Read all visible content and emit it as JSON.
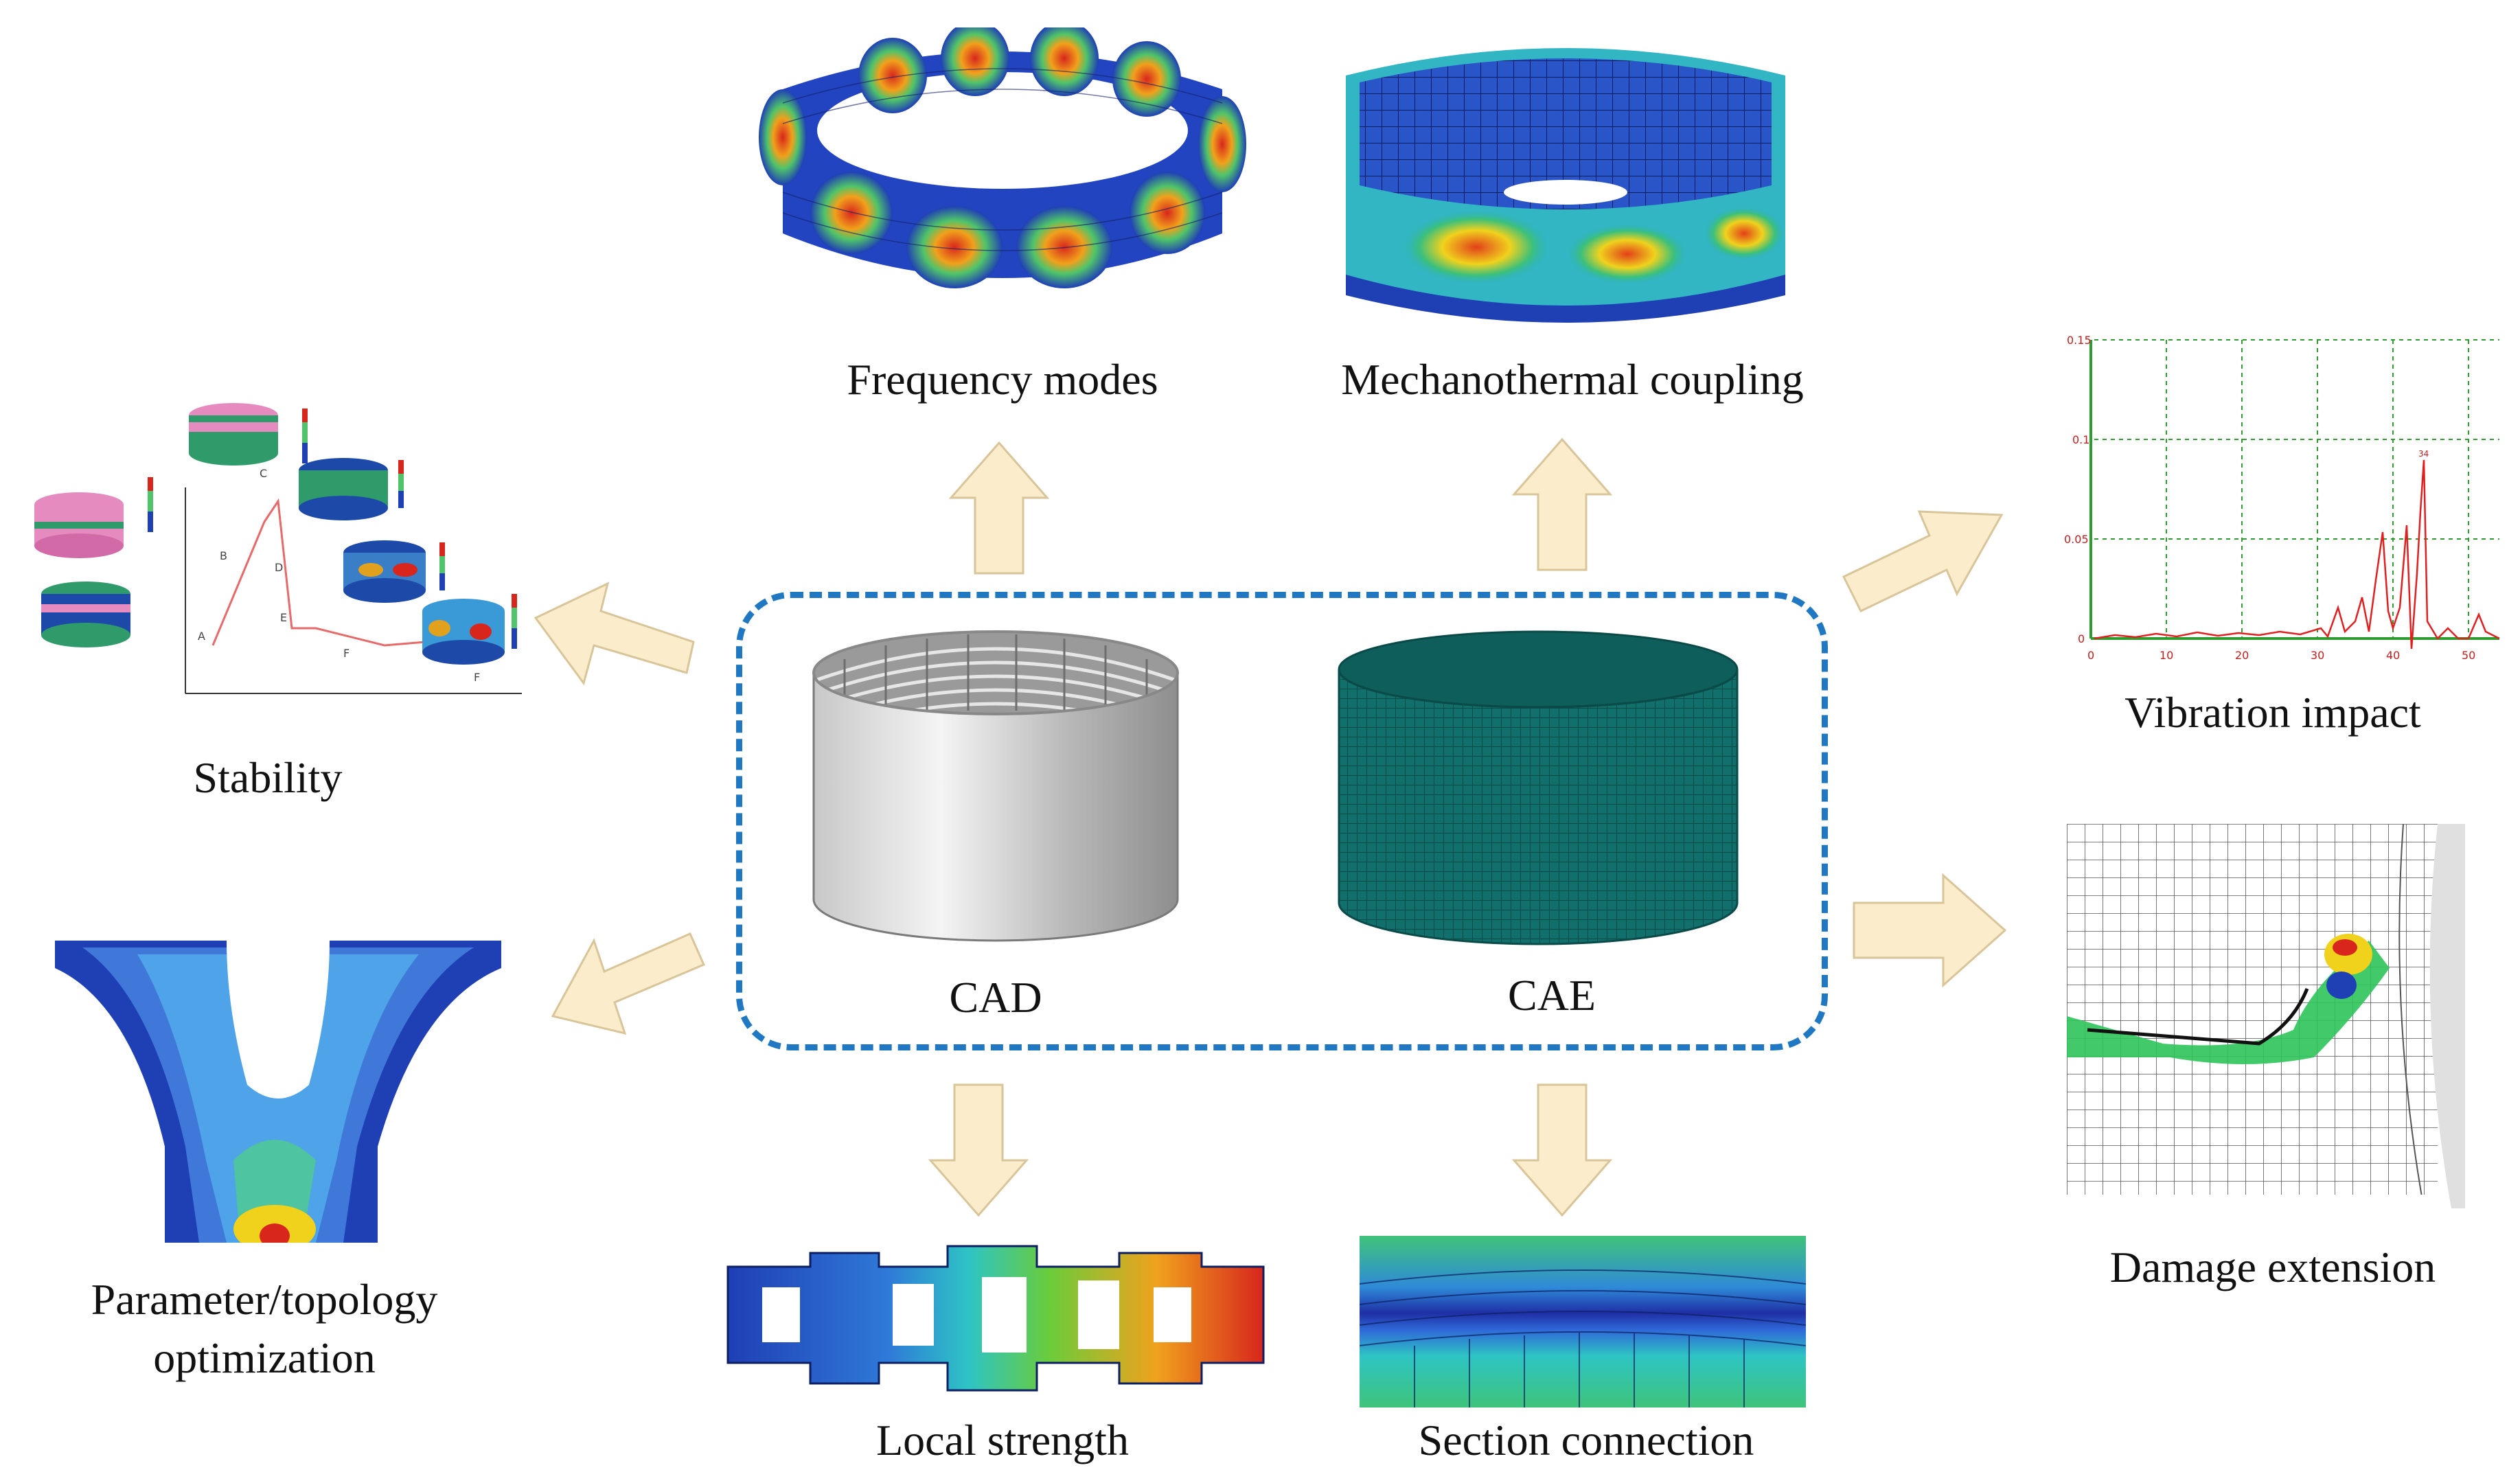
{
  "center": {
    "cad_label": "CAD",
    "cae_label": "CAE"
  },
  "outputs": {
    "frequency_modes": "Frequency modes",
    "mechanothermal": "Mechanothermal coupling",
    "vibration": "Vibration impact",
    "stability": "Stability",
    "damage": "Damage extension",
    "optimization_line1": "Parameter/topology",
    "optimization_line2": "optimization",
    "local_strength": "Local strength",
    "section_connection": "Section connection"
  },
  "vibration_chart": {
    "y_ticks": [
      "0.15",
      "0.1",
      "0.05",
      "0"
    ],
    "x_ticks": [
      "0",
      "10",
      "20",
      "30",
      "40",
      "50"
    ],
    "peak_label": "34"
  },
  "stability_chart": {
    "point_labels": [
      "A",
      "B",
      "C",
      "D",
      "E",
      "F",
      "F"
    ]
  },
  "colors": {
    "arrow_fill": "#fbeccb",
    "arrow_stroke": "#d9c59a",
    "dash_border": "#1f78c1",
    "fem_blue": "#1f3fb5",
    "fem_red": "#d8261d",
    "cae_mesh": "#0f6d6b"
  }
}
